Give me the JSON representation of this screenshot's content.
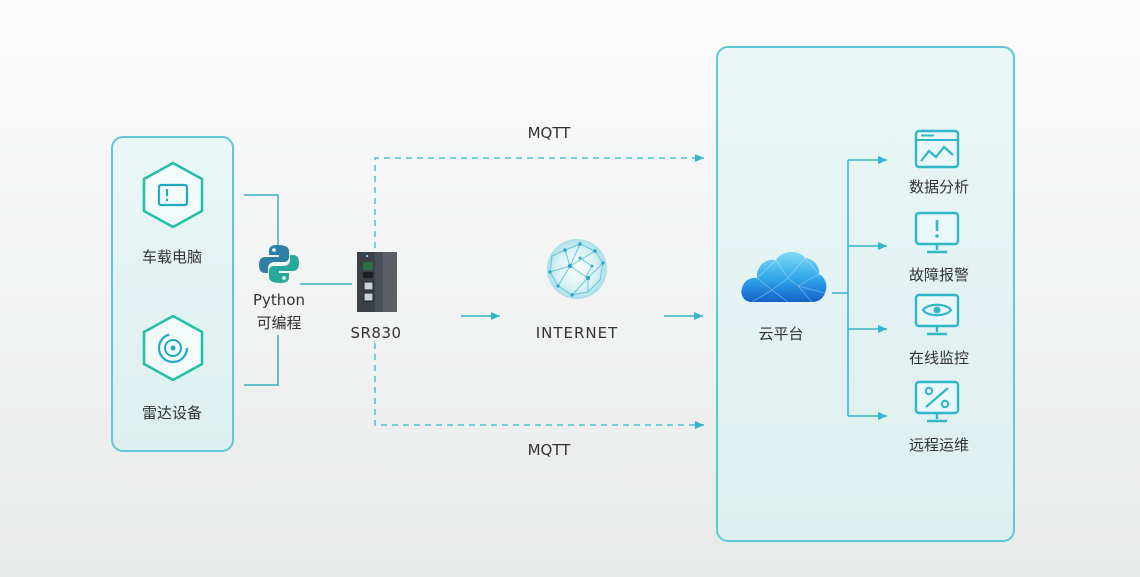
{
  "devices": {
    "vehicle_pc": "车载电脑",
    "radar": "雷达设备"
  },
  "python": {
    "name": "Python",
    "label": "可编程"
  },
  "router": {
    "model": "SR830"
  },
  "network": {
    "internet": "INTERNET",
    "protocol_top": "MQTT",
    "protocol_bottom": "MQTT"
  },
  "cloud": {
    "label": "云平台"
  },
  "services": [
    {
      "label": "数据分析",
      "icon": "chart-monitor-icon"
    },
    {
      "label": "故障报警",
      "icon": "alert-monitor-icon"
    },
    {
      "label": "在线监控",
      "icon": "eye-monitor-icon"
    },
    {
      "label": "远程运维",
      "icon": "percent-monitor-icon"
    }
  ],
  "colors": {
    "accent": "#35b5c8",
    "dashed_line": "#4cc0d2",
    "hex_teal": "#1fc2a4",
    "box_border": "#5ec9d4"
  }
}
